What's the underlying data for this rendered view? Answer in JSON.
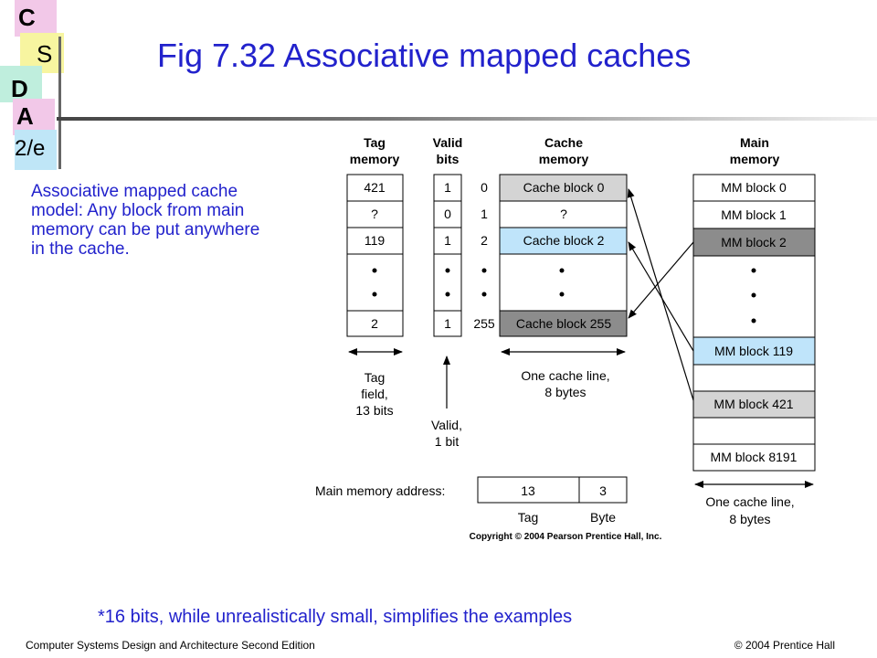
{
  "logo": {
    "c": "C",
    "s": "S",
    "d": "D",
    "a": "A",
    "edition": "2/e"
  },
  "title": "Fig 7.32  Associative mapped caches",
  "description": "Associative mapped cache model: Any block from main memory can be put anywhere in the cache.",
  "diagram": {
    "headers": {
      "tag_memory": [
        "Tag",
        "memory"
      ],
      "valid_bits": [
        "Valid",
        "bits"
      ],
      "cache_memory": [
        "Cache",
        "memory"
      ],
      "main_memory": [
        "Main",
        "memory"
      ]
    },
    "tag_cells": [
      "421",
      "?",
      "119",
      "2"
    ],
    "valid_cells": [
      "1",
      "0",
      "1",
      "1"
    ],
    "line_numbers": [
      "0",
      "1",
      "2",
      "255"
    ],
    "cache_cells": [
      "Cache block 0",
      "?",
      "Cache block 2",
      "Cache block 255"
    ],
    "mm_cells": [
      "MM block 0",
      "MM block 1",
      "MM block 2",
      "MM block 119",
      "MM block 421",
      "MM block 8191"
    ],
    "tag_field_label": [
      "Tag",
      "field,",
      "13 bits"
    ],
    "valid_label": [
      "Valid,",
      "1 bit"
    ],
    "cache_line_label": [
      "One cache line,",
      "8 bytes"
    ],
    "mm_line_label": [
      "One cache line,",
      "8 bytes"
    ],
    "address_label": "Main memory address:",
    "address_fields": [
      "13",
      "3"
    ],
    "address_field_names": [
      "Tag",
      "Byte"
    ],
    "copyright": "Copyright © 2004 Pearson Prentice Hall, Inc.",
    "colors": {
      "dark_gray": "#8c8c8c",
      "light_gray": "#d4d4d4",
      "light_blue": "#bfe4fa"
    }
  },
  "footnote": "*16 bits, while unrealistically small, simplifies the examples",
  "footer": {
    "left": "Computer Systems Design and Architecture Second Edition",
    "right": "© 2004 Prentice Hall"
  }
}
